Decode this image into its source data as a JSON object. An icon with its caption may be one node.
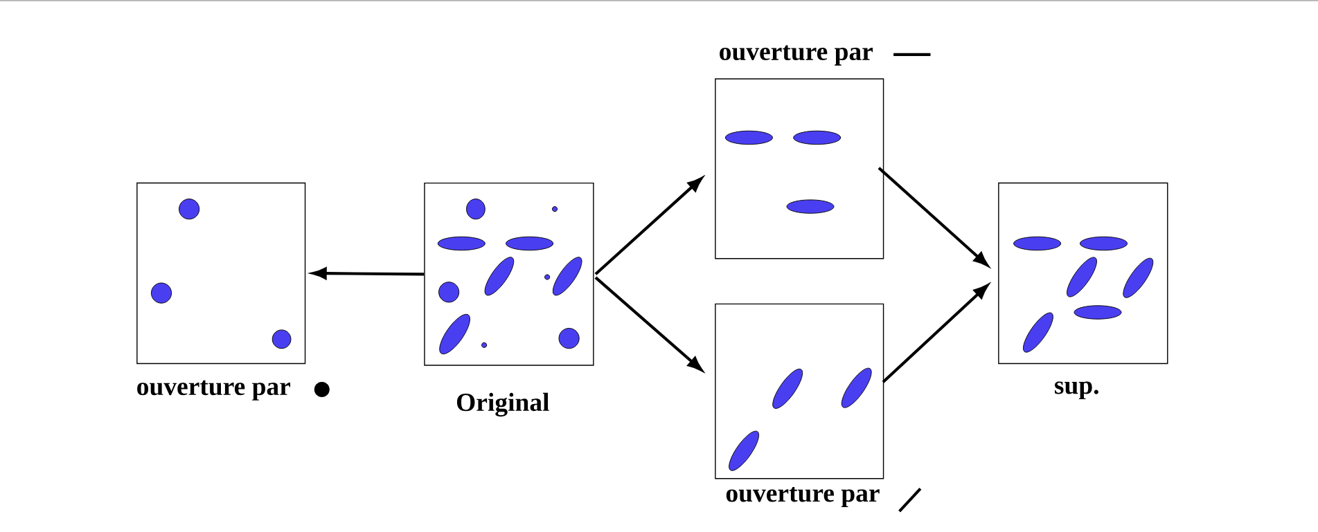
{
  "diagram": {
    "nodes": [
      {
        "text": [
          "ouverture par"
        ]
      },
      {
        "text": [
          "Original"
        ]
      },
      {
        "text": [
          "ouverture par"
        ]
      },
      {
        "text": [
          "ouverture par"
        ]
      },
      {
        "text": [
          "sup."
        ]
      }
    ],
    "edges": [
      {
        "from": 1,
        "to": 0,
        "arrow": "to"
      },
      {
        "from": 1,
        "to": 2,
        "arrow": "to"
      },
      {
        "from": 1,
        "to": 3,
        "arrow": "to"
      },
      {
        "from": 2,
        "to": 4,
        "arrow": "to"
      },
      {
        "from": 3,
        "to": 4,
        "arrow": "to"
      }
    ]
  }
}
